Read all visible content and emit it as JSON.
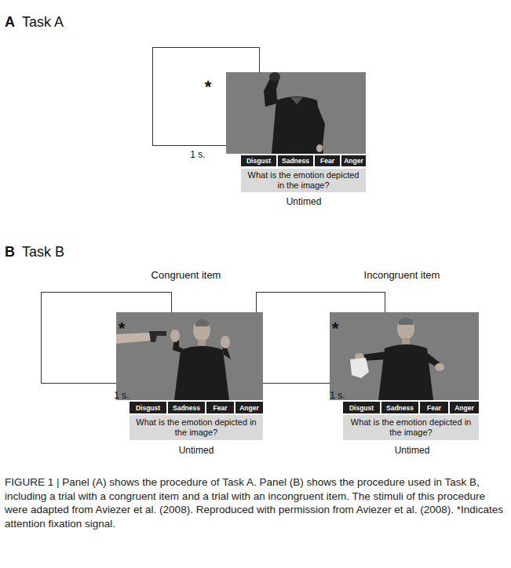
{
  "diagram": {
    "caption": "FIGURE 1 | Panel (A) shows the procedure of Task A. Panel (B) shows the procedure used in Task B, including a trial with a congruent item and a trial with an incongruent item. The stimuli of this procedure were adapted from Aviezer et al. (2008). Reproduced with permission from Aviezer et al. (2008). *Indicates attention fixation signal.",
    "nodes": [
      {
        "text": [
          "*"
        ]
      },
      {
        "text": [
          "Disgust"
        ]
      },
      {
        "text": [
          "Sadness"
        ]
      },
      {
        "text": [
          "Fear"
        ]
      },
      {
        "text": [
          "Anger"
        ]
      },
      {
        "text": [
          "What is the emotion depicted in the image?"
        ]
      },
      {
        "text": [
          "*"
        ]
      },
      {
        "text": [
          "Disgust"
        ]
      },
      {
        "text": [
          "Sadness"
        ]
      },
      {
        "text": [
          "Fear"
        ]
      },
      {
        "text": [
          "Anger"
        ]
      },
      {
        "text": [
          "What is the emotion depicted in the image?"
        ]
      },
      {
        "text": [
          "*"
        ]
      },
      {
        "text": [
          "Disgust"
        ]
      },
      {
        "text": [
          "Sadness"
        ]
      },
      {
        "text": [
          "Fear"
        ]
      },
      {
        "text": [
          "Anger"
        ]
      },
      {
        "text": [
          "What is the emotion depicted in the image?"
        ]
      }
    ],
    "labels": [
      "A",
      "Task A",
      "1 s.",
      "Untimed",
      "B",
      "Task B",
      "Congruent item",
      "Incongruent item",
      "1 s.",
      "Untimed",
      "1 s.",
      "Untimed"
    ]
  }
}
